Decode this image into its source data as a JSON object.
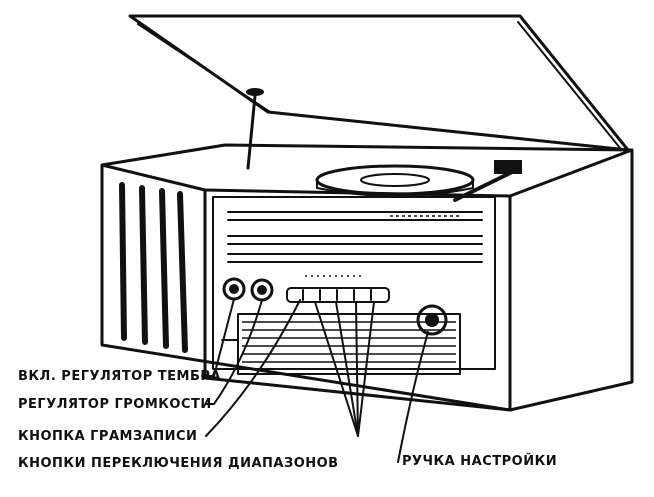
{
  "labels": {
    "tone_switch": "ВКЛ. РЕГУЛЯТОР ТЕМБРА",
    "volume": "РЕГУЛЯТОР ГРОМКОСТИ",
    "record_button": "КНОПКА ГРАМЗАПИСИ",
    "band_buttons": "КНОПКИ ПЕРЕКЛЮЧЕНИЯ ДИАПАЗОНОВ",
    "tuning_knob": "РУЧКА НАСТРОЙКИ"
  },
  "colors": {
    "ink": "#111111",
    "paper": "#ffffff"
  }
}
